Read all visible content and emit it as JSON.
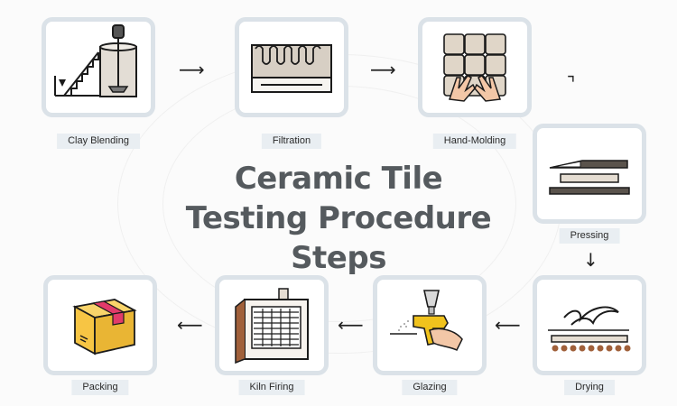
{
  "title": {
    "line1": "Ceramic Tile",
    "line2": "Testing Procedure Steps"
  },
  "steps": [
    {
      "label": "Clay Blending",
      "icon": "clay-mixer-icon"
    },
    {
      "label": "Filtration",
      "icon": "filter-press-icon"
    },
    {
      "label": "Hand-Molding",
      "icon": "hand-molding-icon"
    },
    {
      "label": "Pressing",
      "icon": "press-icon"
    },
    {
      "label": "Drying",
      "icon": "drying-conveyor-icon"
    },
    {
      "label": "Glazing",
      "icon": "spray-gun-icon"
    },
    {
      "label": "Kiln Firing",
      "icon": "kiln-icon"
    },
    {
      "label": "Packing",
      "icon": "box-icon"
    }
  ],
  "colors": {
    "card_border": "#dbe2e8",
    "label_bg": "#e9eef2",
    "title": "#555a5e",
    "box_yellow": "#f7c544",
    "box_tape": "#e23b6a"
  }
}
